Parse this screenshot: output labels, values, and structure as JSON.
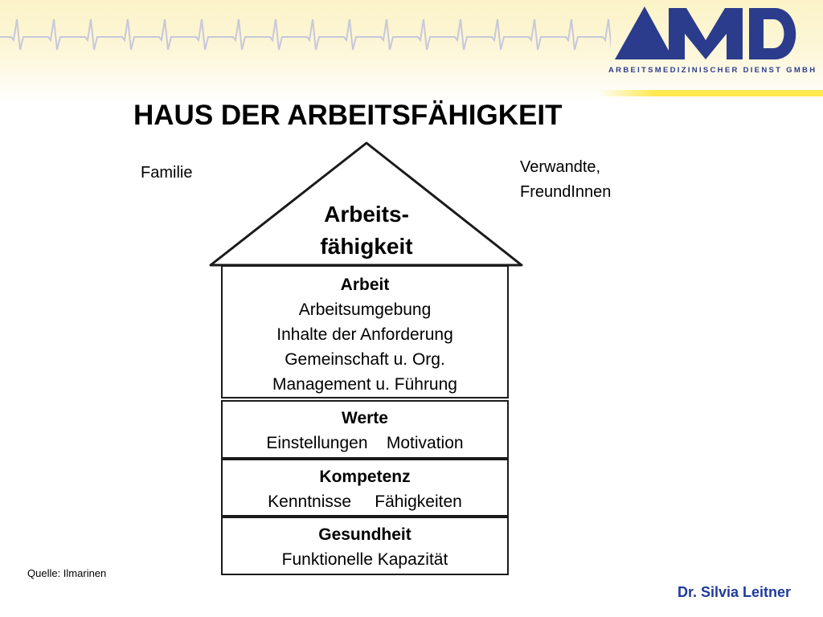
{
  "header": {
    "logo_text": "AMD",
    "logo_subtitle": "ARBEITSMEDIZINISCHER DIENST GMBH",
    "colors": {
      "logo": "#2c3c8c",
      "band": "#fbf3c6",
      "ecg": "#c9c7da"
    }
  },
  "title": "HAUS DER ARBEITSFÄHIGKEIT",
  "labels": {
    "left": "Familie",
    "right_line1": "Verwandte,",
    "right_line2": "FreundInnen"
  },
  "roof": {
    "line1": "Arbeits-",
    "line2": "fähigkeit"
  },
  "floors": {
    "arbeit": {
      "heading": "Arbeit",
      "items": [
        "Arbeitsumgebung",
        "Inhalte der Anforderung",
        "Gemeinschaft u. Org.",
        "Management u. Führung"
      ]
    },
    "werte": {
      "heading": "Werte",
      "text": "Einstellungen    Motivation"
    },
    "kompetenz": {
      "heading": "Kompetenz",
      "text": "Kenntnisse     Fähigkeiten"
    },
    "gesundheit": {
      "heading": "Gesundheit",
      "text": "Funktionelle Kapazität"
    }
  },
  "footer": {
    "source": "Quelle: Ilmarinen",
    "author": "Dr. Silvia Leitner"
  }
}
